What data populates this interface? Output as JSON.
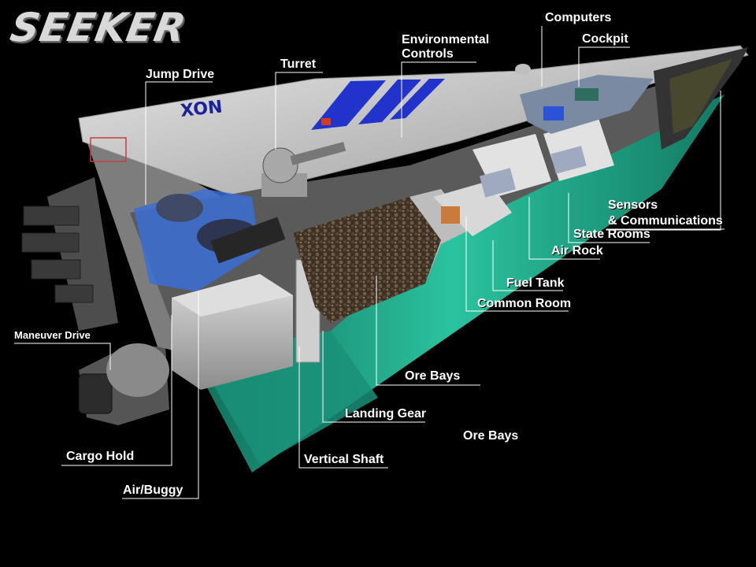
{
  "title": "SEEKER",
  "hull_marking": "XON",
  "labels": {
    "computers": "Computers",
    "cockpit": "Cockpit",
    "environmental_line1": "Environmental",
    "environmental_line2": "Controls",
    "turret": "Turret",
    "jump_drive": "Jump Drive",
    "sensors_line1": "Sensors",
    "sensors_line2": "& Communications",
    "state_rooms": "State Rooms",
    "air_rock": "Air Rock",
    "fuel_tank": "Fuel Tank",
    "common_room": "Common Room",
    "maneuver_drive": "Maneuver Drive",
    "ore_bays_1": "Ore Bays",
    "landing_gear": "Landing Gear",
    "ore_bays_2": "Ore Bays",
    "cargo_hold": "Cargo Hold",
    "vertical_shaft": "Vertical Shaft",
    "air_buggy": "Air/Buggy"
  },
  "colors": {
    "background": "#000000",
    "hull": "#c9c9c9",
    "stripe": "#2233cc",
    "belly": "#1fa889",
    "ore": "#4a3a2c",
    "glass": "#3b6fd6"
  }
}
